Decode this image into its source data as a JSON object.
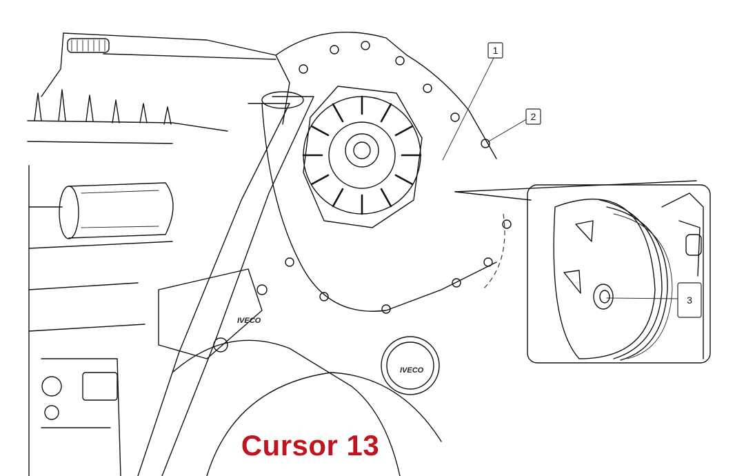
{
  "caption": "Cursor 13",
  "callouts": [
    {
      "label": "1"
    },
    {
      "label": "2"
    },
    {
      "label": "3"
    }
  ],
  "logo_texts": [
    "IVECO",
    "IVECO"
  ],
  "colors": {
    "caption": "#c0141e",
    "line": "#111111",
    "background": "#ffffff"
  }
}
